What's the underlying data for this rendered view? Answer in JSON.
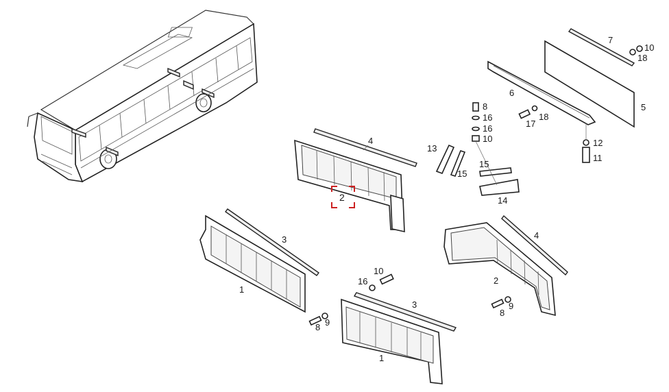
{
  "labels": {
    "p1a": "1",
    "p1b": "1",
    "p2a": "2",
    "p2b": "2",
    "p3a": "3",
    "p3b": "3",
    "p4a": "4",
    "p4b": "4",
    "p5": "5",
    "p6": "6",
    "p7": "7",
    "p8a": "8",
    "p8b": "8",
    "p8c": "8",
    "p9a": "9",
    "p9b": "9",
    "p10a": "10",
    "p10b": "10",
    "p10c": "10",
    "p11": "11",
    "p12": "12",
    "p13": "13",
    "p14": "14",
    "p15a": "15",
    "p15b": "15",
    "p16a": "16",
    "p16b": "16",
    "p16c": "16",
    "p17": "17",
    "p18a": "18",
    "p18b": "18"
  },
  "highlight_color": "#cc2222"
}
